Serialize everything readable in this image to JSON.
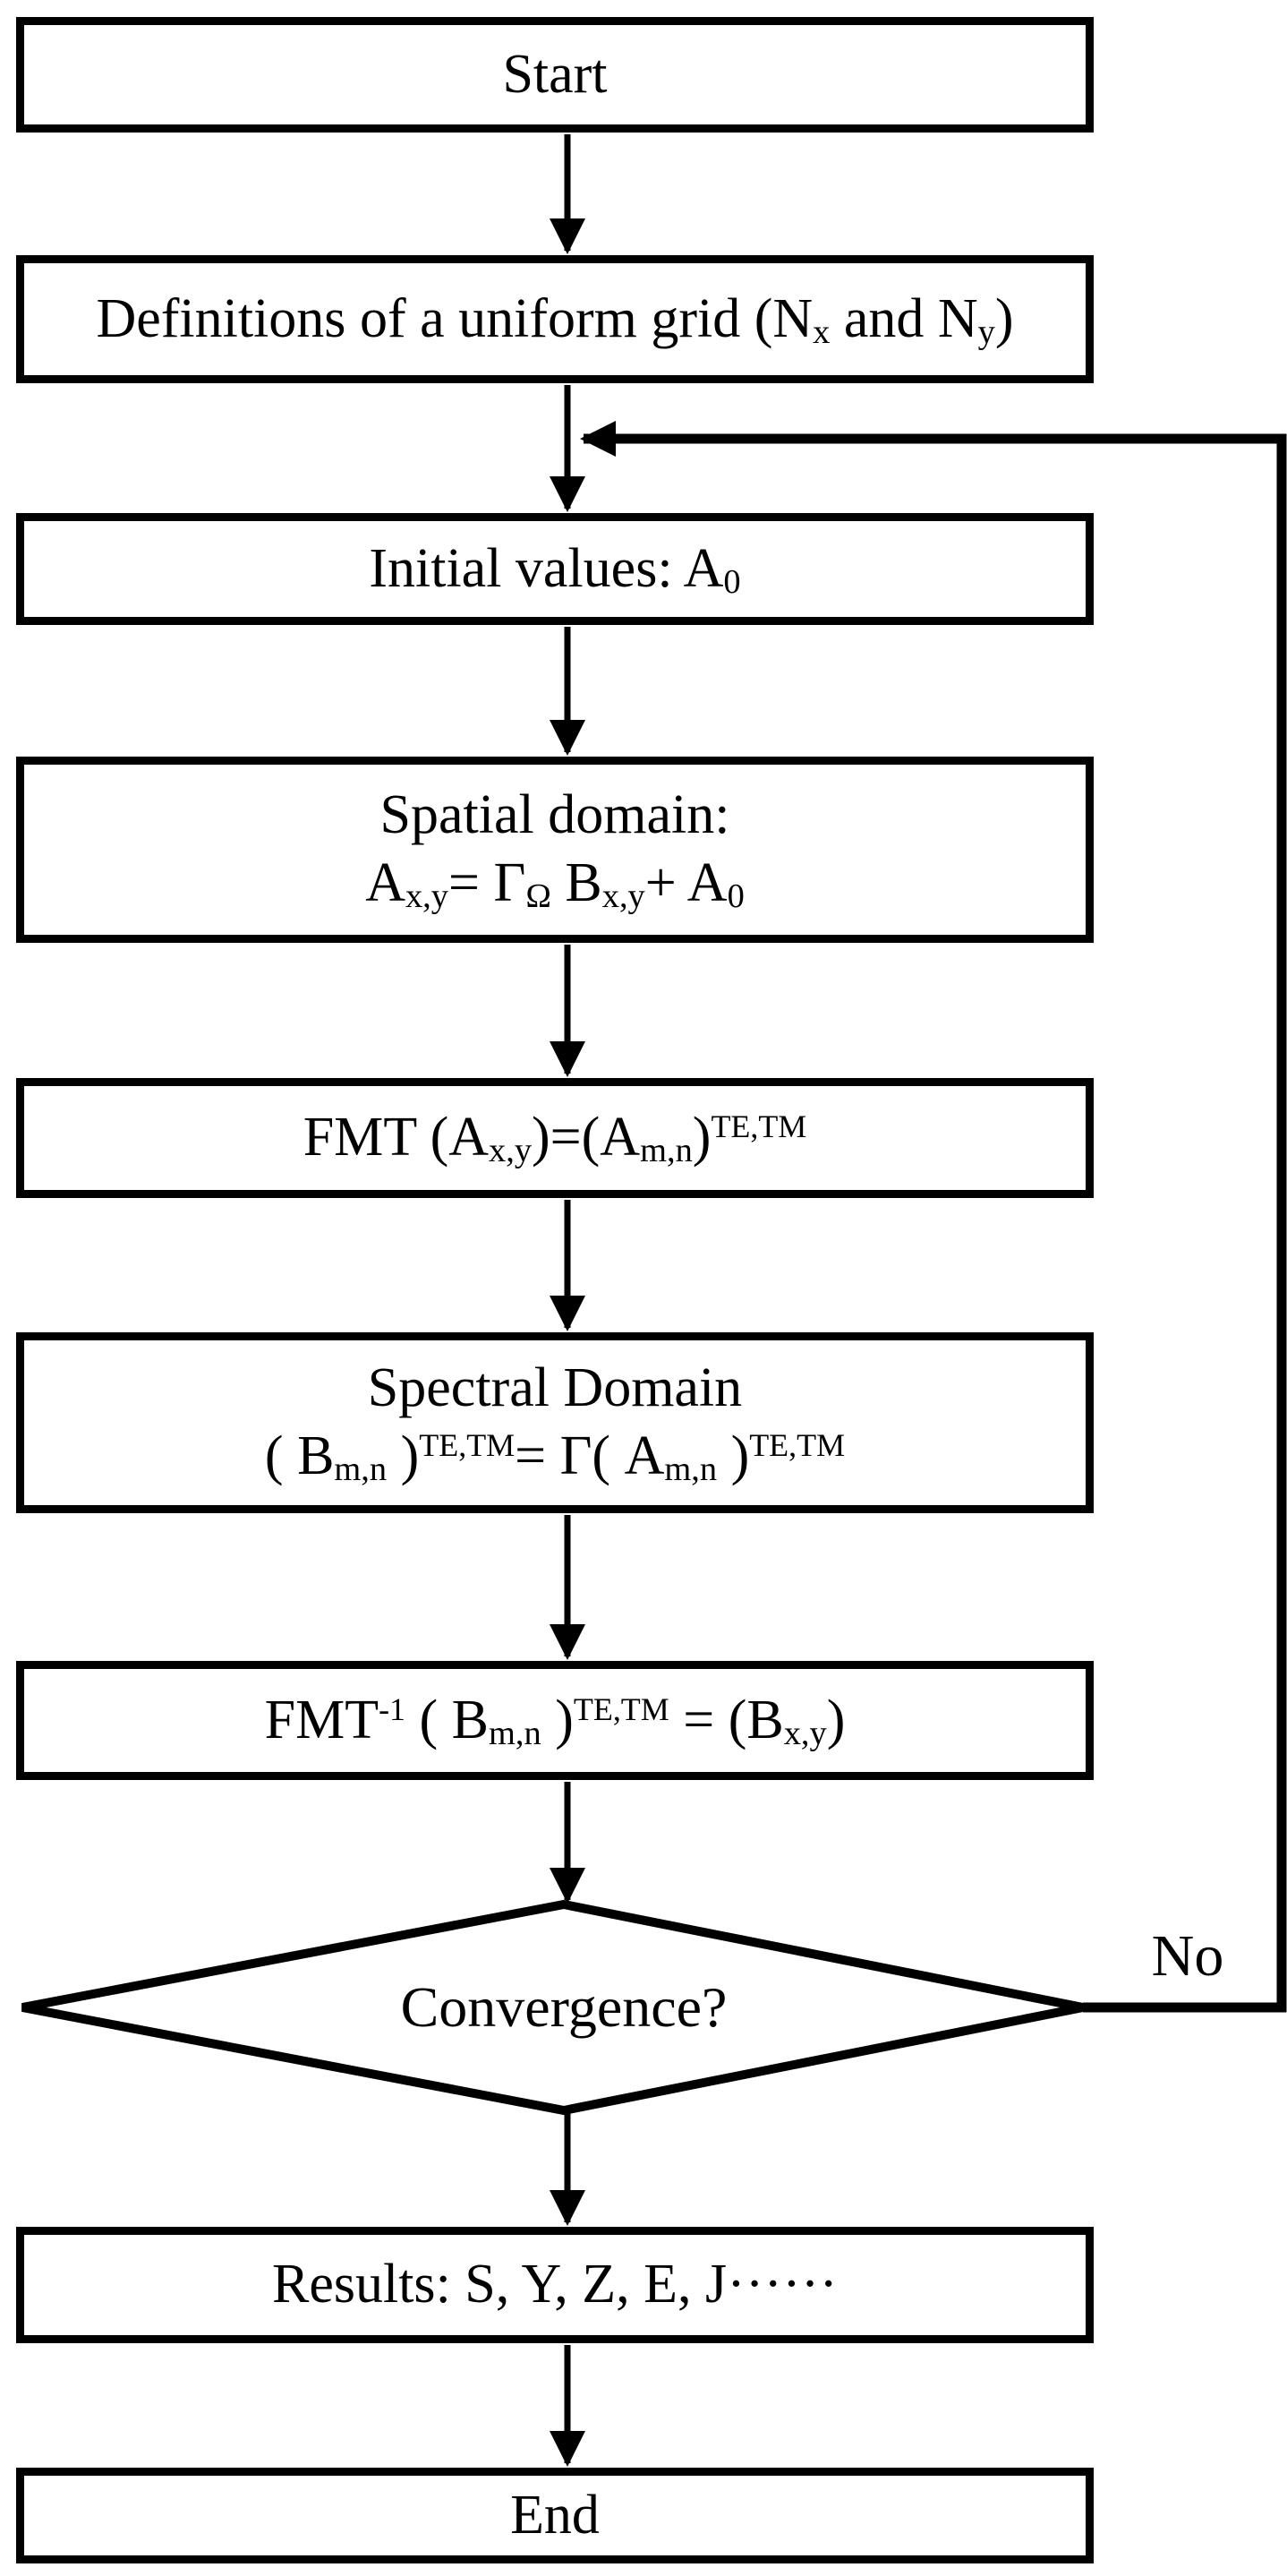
{
  "flowchart": {
    "colors": {
      "ink": "#000000",
      "background": "#ffffff"
    },
    "nodes": {
      "start": {
        "label": [
          {
            "t": "Start"
          }
        ]
      },
      "definitions": {
        "label": [
          {
            "t": "Definitions of a uniform grid (N"
          },
          {
            "sub": "x"
          },
          {
            "t": " and N"
          },
          {
            "sub": "y"
          },
          {
            "t": ")"
          }
        ]
      },
      "initial": {
        "label": [
          {
            "t": "Initial values: A"
          },
          {
            "sub": "0"
          }
        ]
      },
      "spatial": {
        "lines": [
          [
            {
              "t": "Spatial domain:"
            }
          ],
          [
            {
              "t": "A"
            },
            {
              "sub": "x,y"
            },
            {
              "t": "= Γ"
            },
            {
              "sub": "Ω"
            },
            {
              "t": " B"
            },
            {
              "sub": "x,y"
            },
            {
              "t": "+ A"
            },
            {
              "sub": "0"
            }
          ]
        ]
      },
      "fmt": {
        "label": [
          {
            "t": "FMT (A"
          },
          {
            "sub": "x,y"
          },
          {
            "t": ")=(A"
          },
          {
            "sub": "m,n"
          },
          {
            "t": ")"
          },
          {
            "sup": "TE,TM"
          }
        ]
      },
      "spectral": {
        "lines": [
          [
            {
              "t": "Spectral Domain"
            }
          ],
          [
            {
              "t": "( B"
            },
            {
              "sub": "m,n"
            },
            {
              "t": " )"
            },
            {
              "sup": "TE,TM"
            },
            {
              "t": "= Γ( A"
            },
            {
              "sub": "m,n"
            },
            {
              "t": " )"
            },
            {
              "sup": "TE,TM"
            }
          ]
        ]
      },
      "fmt_inverse": {
        "label": [
          {
            "t": "FMT"
          },
          {
            "sup": "-1"
          },
          {
            "t": " ( B"
          },
          {
            "sub": "m,n"
          },
          {
            "t": " )"
          },
          {
            "sup": "TE,TM"
          },
          {
            "t": " = (B"
          },
          {
            "sub": "x,y"
          },
          {
            "t": ")"
          }
        ]
      },
      "convergence": {
        "label": [
          {
            "t": "Convergence?"
          }
        ]
      },
      "results": {
        "label": [
          {
            "t": "Results: S, Y, Z, E, J······"
          }
        ]
      },
      "end": {
        "label": [
          {
            "t": "End"
          }
        ]
      }
    },
    "edge_labels": {
      "no": "No"
    }
  }
}
